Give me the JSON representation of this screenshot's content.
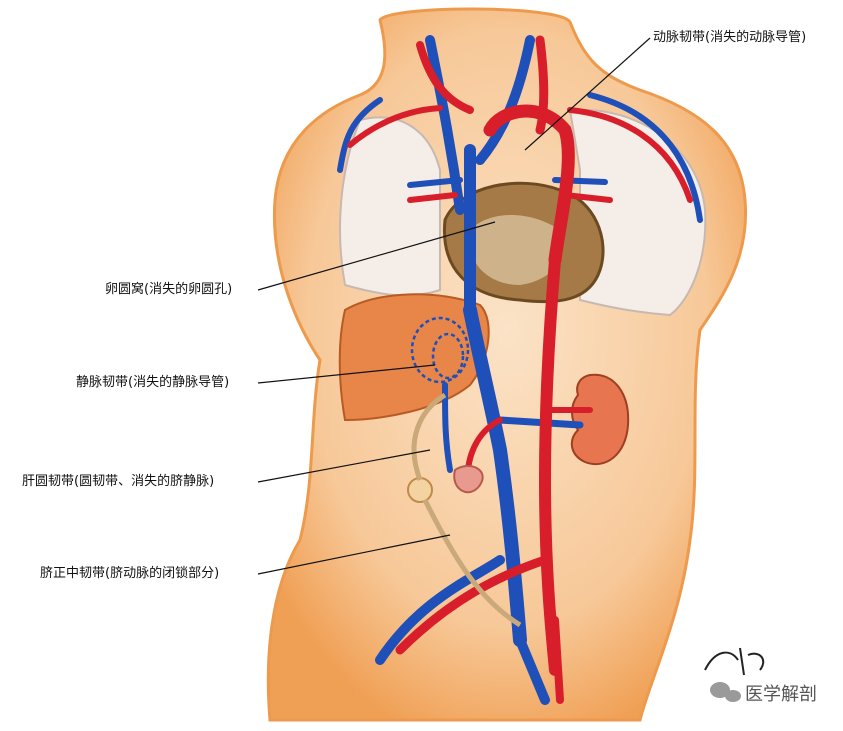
{
  "labels": {
    "ductus_arteriosus": "动脉韧带(消失的动脉导管)",
    "foramen_ovale": "卵圆窝(消失的卵圆孔)",
    "ductus_venosus": "静脉韧带(消失的静脉导管)",
    "round_ligament": "肝圆韧带(圆韧带、消失的脐静脉)",
    "umbilical_ligament": "脐正中韧带(脐动脉的闭锁部分)"
  },
  "watermark": {
    "text": "医学解剖"
  },
  "colors": {
    "skin": "#f6c79a",
    "skin_edge": "#f0a25a",
    "artery": "#d81e2a",
    "vein": "#1f4fb8",
    "lung": "#f4ebe6",
    "liver": "#e8864a",
    "heart": "#b88a55",
    "kidney": "#e7714f",
    "ligament": "#c9a87a"
  },
  "icons": [
    "wechat-icon",
    "signature-mark"
  ]
}
